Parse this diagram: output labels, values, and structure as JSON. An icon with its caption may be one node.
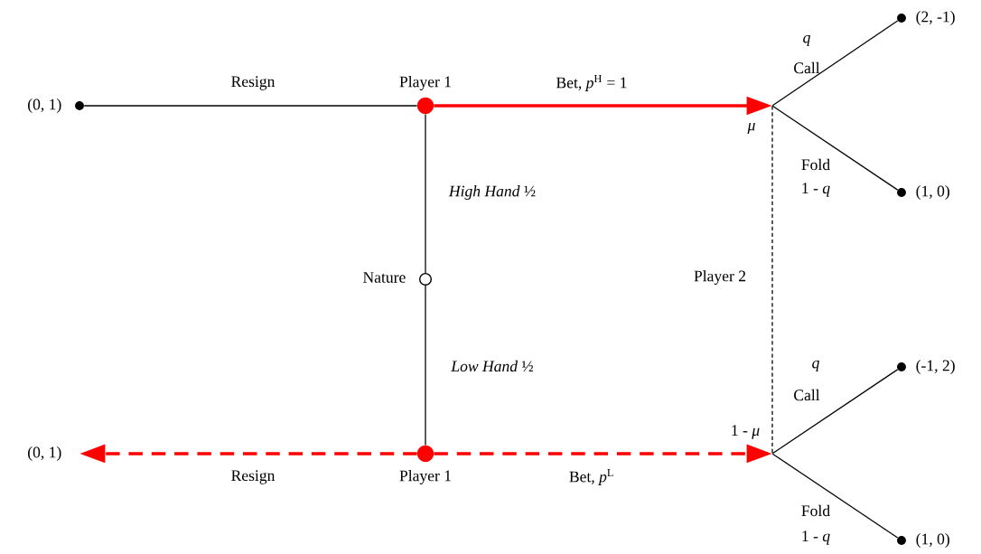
{
  "diagram": {
    "nodes": [
      {
        "text": [],
        "shape": "circle",
        "beside": [
          "(0, 1)"
        ]
      },
      {
        "text": [],
        "shape": "circle",
        "beside": [
          "Player 1"
        ]
      },
      {
        "text": [],
        "shape": "point",
        "beside": [
          "μ"
        ]
      },
      {
        "text": [],
        "shape": "circle",
        "beside": [
          "(2, -1)"
        ]
      },
      {
        "text": [],
        "shape": "circle",
        "beside": [
          "(1, 0)"
        ]
      },
      {
        "text": [],
        "shape": "circle",
        "beside": [
          "Nature"
        ]
      },
      {
        "text": [],
        "shape": "point",
        "beside": [
          "(0, 1)"
        ]
      },
      {
        "text": [],
        "shape": "circle",
        "beside": [
          "Player 1"
        ]
      },
      {
        "text": [],
        "shape": "point",
        "beside": [
          "1 - *μ*"
        ]
      },
      {
        "text": [],
        "shape": "circle",
        "beside": [
          "(-1, 2)"
        ]
      },
      {
        "text": [],
        "shape": "circle",
        "beside": [
          "(1, 0)"
        ]
      }
    ],
    "edges": [
      {
        "from": 1,
        "to": 0,
        "arrow": "none",
        "label": "Resign"
      },
      {
        "from": 1,
        "to": 2,
        "arrow": "to",
        "label": "Bet, *p*$^{H}$ = 1",
        "style": "thick",
        "color": "#ff0000"
      },
      {
        "from": 2,
        "to": 3,
        "arrow": "none",
        "label": "Call"
      },
      {
        "from": 2,
        "to": 4,
        "arrow": "none",
        "label": "Fold"
      },
      {
        "from": 5,
        "to": 1,
        "arrow": "none",
        "label": "*High Hand* ½"
      },
      {
        "from": 5,
        "to": 7,
        "arrow": "none",
        "label": "*Low Hand* ½"
      },
      {
        "from": 2,
        "to": 8,
        "arrow": "none",
        "label": "Player 2",
        "style": "dashed"
      },
      {
        "from": 7,
        "to": 6,
        "arrow": "to",
        "label": "Resign",
        "style": "dashed",
        "color": "#ff0000"
      },
      {
        "from": 7,
        "to": 8,
        "arrow": "to",
        "label": "Bet, *p*$^{L}$",
        "style": "dashed",
        "color": "#ff0000"
      },
      {
        "from": 8,
        "to": 9,
        "arrow": "none",
        "label": "Call"
      },
      {
        "from": 8,
        "to": 10,
        "arrow": "none",
        "label": "Fold"
      }
    ],
    "labels": [
      "q",
      "1 - *q*",
      "q",
      "1 - *q*"
    ]
  }
}
